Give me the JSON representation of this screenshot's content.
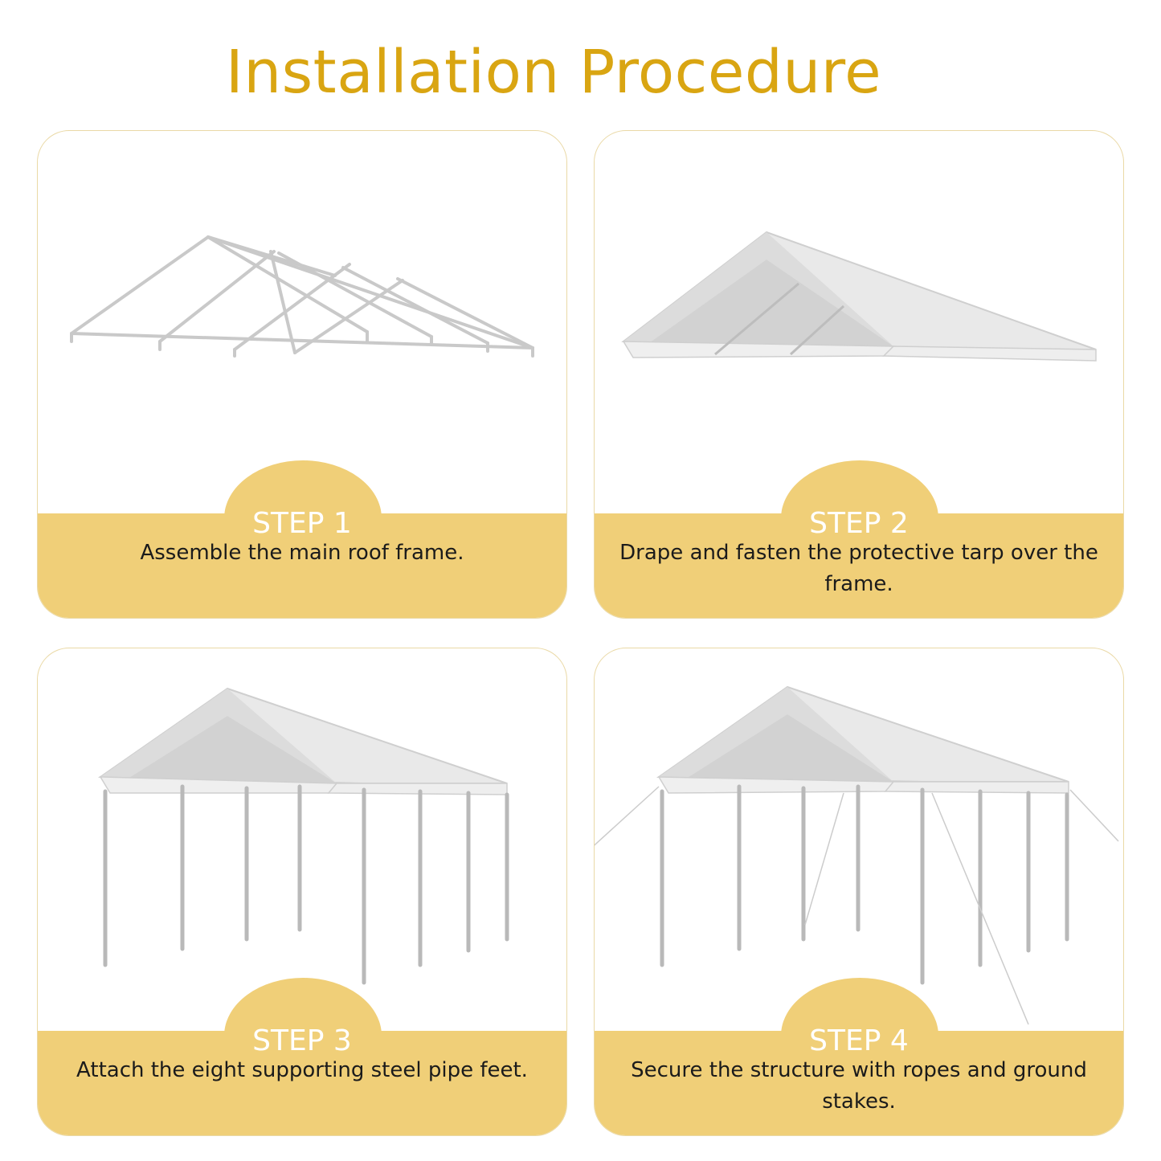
{
  "title": "Installation Procedure",
  "steps": [
    {
      "label": "STEP 1",
      "text": "Assemble the main roof frame."
    },
    {
      "label": "STEP 2",
      "text": "Drape and fasten the protective tarp over the frame."
    },
    {
      "label": "STEP 3",
      "text": "Attach the eight supporting steel pipe feet."
    },
    {
      "label": "STEP 4",
      "text": "Secure the structure with ropes and ground stakes."
    }
  ],
  "colors": {
    "accent": "#d9a512",
    "band": "#f0cf78",
    "frame": "#c7c7c7",
    "tarp": "#e4e4e4"
  }
}
